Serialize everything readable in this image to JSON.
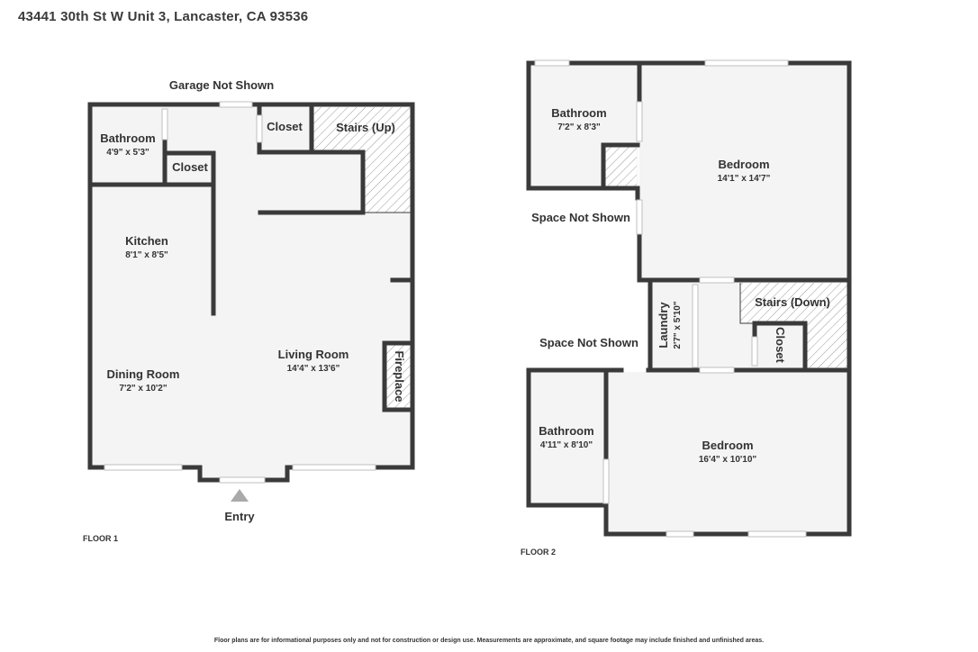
{
  "address": "43441 30th St W Unit 3, Lancaster, CA 93536",
  "disclaimer": "Floor plans are for informational purposes only and not for construction or design use. Measurements are approximate, and square footage may include finished and unfinished areas.",
  "floor1": {
    "label": "FLOOR 1",
    "note_top": "Garage Not Shown",
    "entry": "Entry",
    "rooms": {
      "bathroom": {
        "name": "Bathroom",
        "dims": "4'9\" x 5'3\""
      },
      "closet_a": {
        "name": "Closet"
      },
      "closet_b": {
        "name": "Closet"
      },
      "stairs": {
        "name": "Stairs (Up)"
      },
      "kitchen": {
        "name": "Kitchen",
        "dims": "8'1\" x 8'5\""
      },
      "living": {
        "name": "Living Room",
        "dims": "14'4\" x 13'6\""
      },
      "dining": {
        "name": "Dining Room",
        "dims": "7'2\" x 10'2\""
      },
      "fireplace": {
        "name": "Fireplace"
      }
    }
  },
  "floor2": {
    "label": "FLOOR 2",
    "space_not_shown_1": "Space Not Shown",
    "space_not_shown_2": "Space Not Shown",
    "rooms": {
      "bathroom_top": {
        "name": "Bathroom",
        "dims": "7'2\" x 8'3\""
      },
      "bedroom_top": {
        "name": "Bedroom",
        "dims": "14'1\" x 14'7\""
      },
      "laundry": {
        "name": "Laundry",
        "dims": "2'7\" x 5'10\""
      },
      "stairs": {
        "name": "Stairs (Down)"
      },
      "closet": {
        "name": "Closet"
      },
      "bathroom_bottom": {
        "name": "Bathroom",
        "dims": "4'11\" x 8'10\""
      },
      "bedroom_bottom": {
        "name": "Bedroom",
        "dims": "16'4\" x 10'10\""
      }
    }
  },
  "colors": {
    "wall": "#3a3a3a",
    "floor": "#f4f4f4",
    "hatch": "#9a9a9a",
    "window": "#bfbfbf"
  }
}
